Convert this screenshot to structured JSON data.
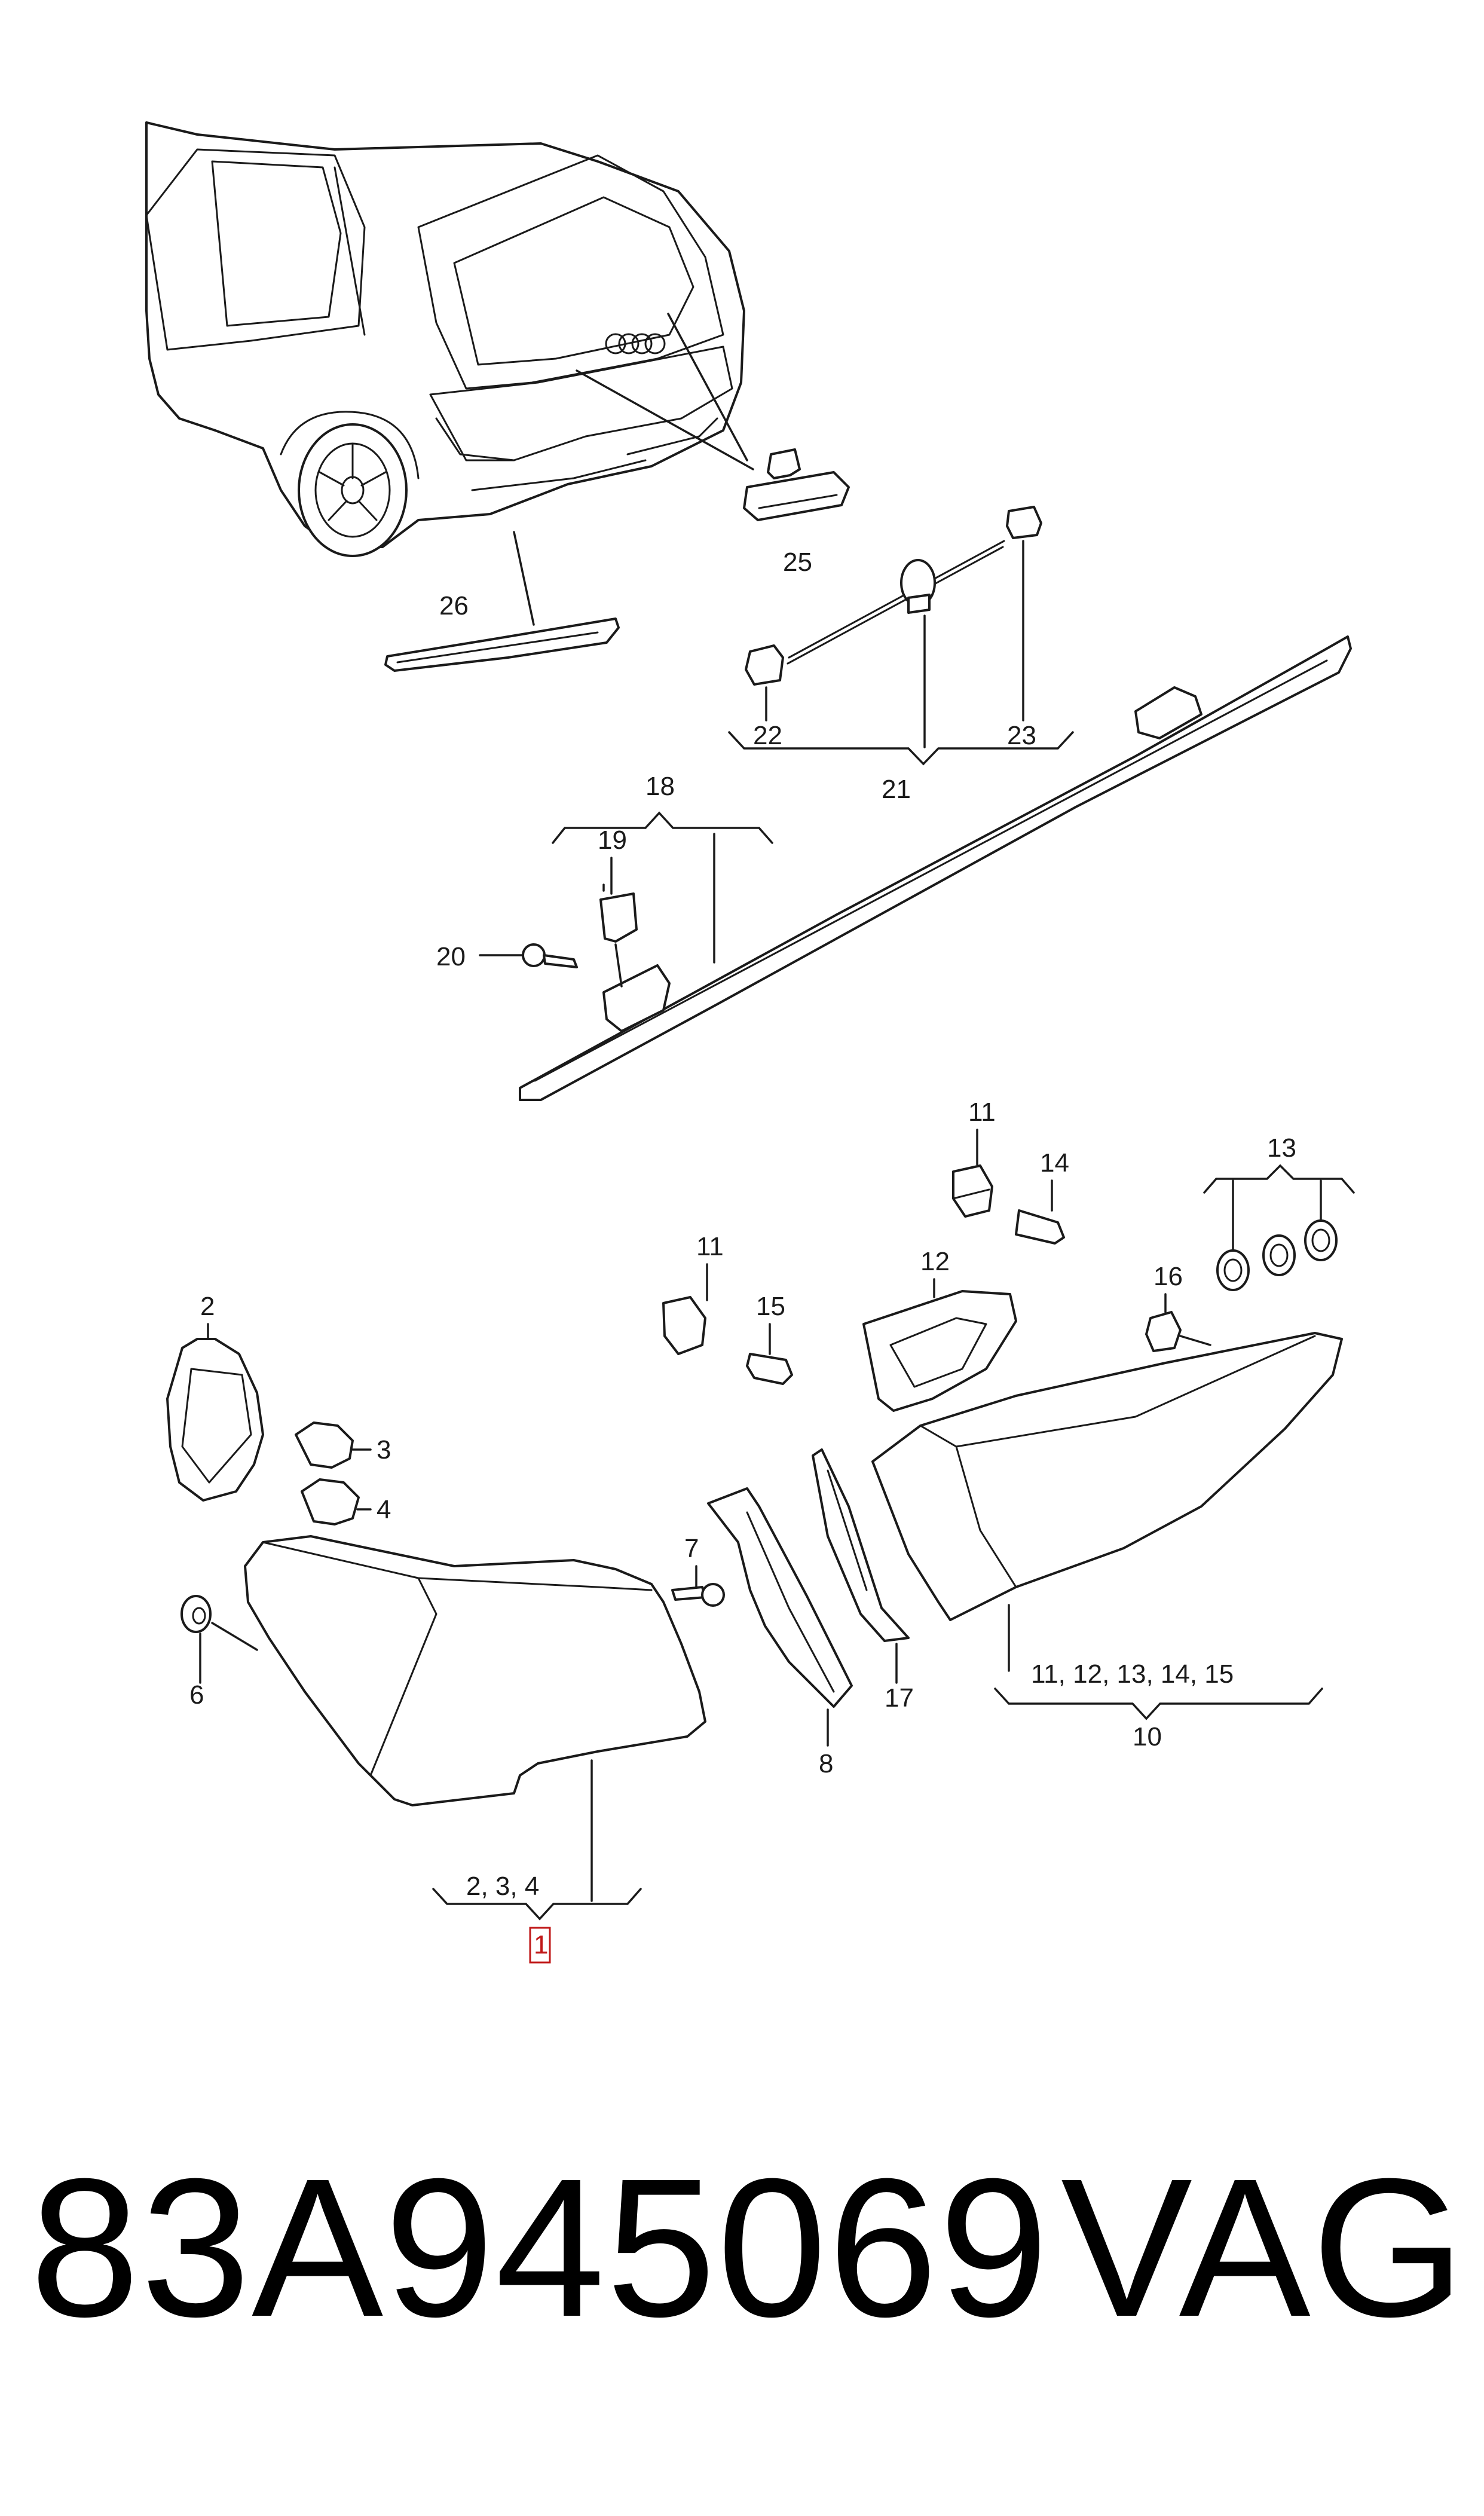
{
  "callouts": {
    "c1": "1",
    "c2": "2",
    "c3": "3",
    "c4": "4",
    "c6": "6",
    "c7": "7",
    "c8": "8",
    "c10": "10",
    "c11a": "11",
    "c11b": "11",
    "c12": "12",
    "c13": "13",
    "c14": "14",
    "c15": "15",
    "c16": "16",
    "c17": "17",
    "c18": "18",
    "c19": "19",
    "c20": "20",
    "c21": "21",
    "c22": "22",
    "c23": "23",
    "c25": "25",
    "c26": "26",
    "group_1": "2, 3, 4",
    "group_10": "11, 12, 13, 14, 15"
  },
  "footer": {
    "part_number": "83A945069",
    "brand": "VAG"
  },
  "colors": {
    "line": "#1a1a1a",
    "highlight_box": "#c01818"
  }
}
